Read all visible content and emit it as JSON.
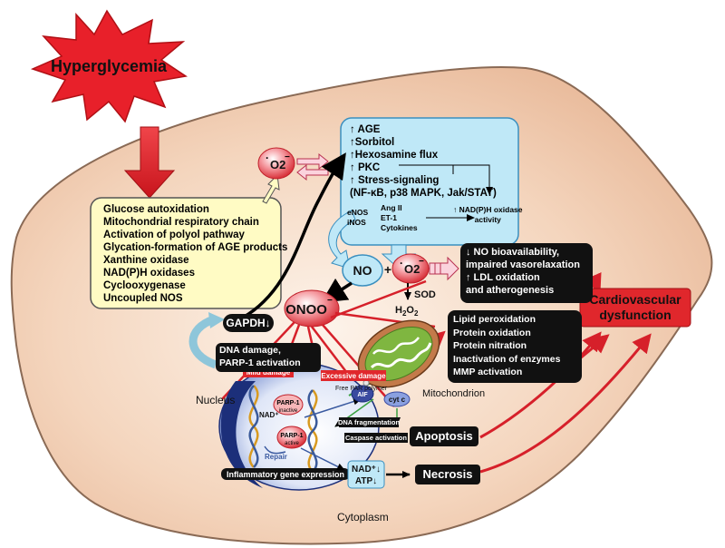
{
  "hyperglycemia": "Hyperglycemia",
  "sources": [
    "Glucose autoxidation",
    "Mitochondrial respiratory chain",
    "Activation of polyol pathway",
    "Glycation-formation of AGE products",
    "Xanthine oxidase",
    "NAD(P)H oxidases",
    "Cyclooxygenase",
    "Uncoupled NOS"
  ],
  "pathways": [
    "↑ AGE",
    "↑Sorbitol",
    "↑Hexosamine flux",
    "↑ PKC",
    "↑ Stress-signaling",
    "(NF-κB, p38 MAPK, Jak/STAT)"
  ],
  "pathway_sub": {
    "enos": "eNOS",
    "inos": "iNOS",
    "ang": "Ang II",
    "et1": "ET-1",
    "cytokines": "Cytokines",
    "nadph_line1": "↑ NAD(P)H oxidase",
    "nadph_line2": "activity"
  },
  "superoxide_top": "O2",
  "no_label": "NO",
  "plus": "+",
  "superoxide_mid": "O2",
  "sod": "SOD",
  "h2o2": "H2O2",
  "peroxynitrite": "ONOO",
  "no_effects": [
    "↓ NO bioavailability,",
    "impaired vasorelaxation",
    "↑ LDL oxidation",
    "and atherogenesis"
  ],
  "cardio": [
    "Cardiovascular",
    "dysfunction"
  ],
  "gapdh": "GAPDH↓",
  "dna_damage": [
    "DNA damage,",
    "PARP-1 activation"
  ],
  "oxidation_effects": [
    "Lipid peroxidation",
    "Protein oxidation",
    "Protein nitration",
    "Inactivation of enzymes",
    "MMP activation"
  ],
  "mild_damage": "Mild damage",
  "excessive_damage": "Excessive damage",
  "free_par": "Free PAR polymer",
  "aif": "AIF",
  "cytc": "cyt c",
  "mitochondrion": "Mitochondrion",
  "nucleus": "Nucleus",
  "parp_inactive": [
    "PARP-1",
    "inactive"
  ],
  "parp_active": [
    "PARP-1",
    "active"
  ],
  "nad_plus": "NAD⁺",
  "repair": "Repair",
  "dna_fragmentation": "DNA fragmentation",
  "caspase": "Caspase activation",
  "apoptosis": "Apoptosis",
  "inflammatory": "Inflammatory gene expression",
  "nad_atp": [
    "NAD⁺↓",
    "ATP↓"
  ],
  "necrosis": "Necrosis",
  "cytoplasm": "Cytoplasm",
  "colors": {
    "star": "#e8202a",
    "cell_fill": "#f6dcc8",
    "cell_edge": "#b08868",
    "yellow_box": "#fffbc4",
    "blue_box": "#bfe8f7",
    "red_arrow": "#d6202a",
    "cardio_box": "#e0272c"
  }
}
